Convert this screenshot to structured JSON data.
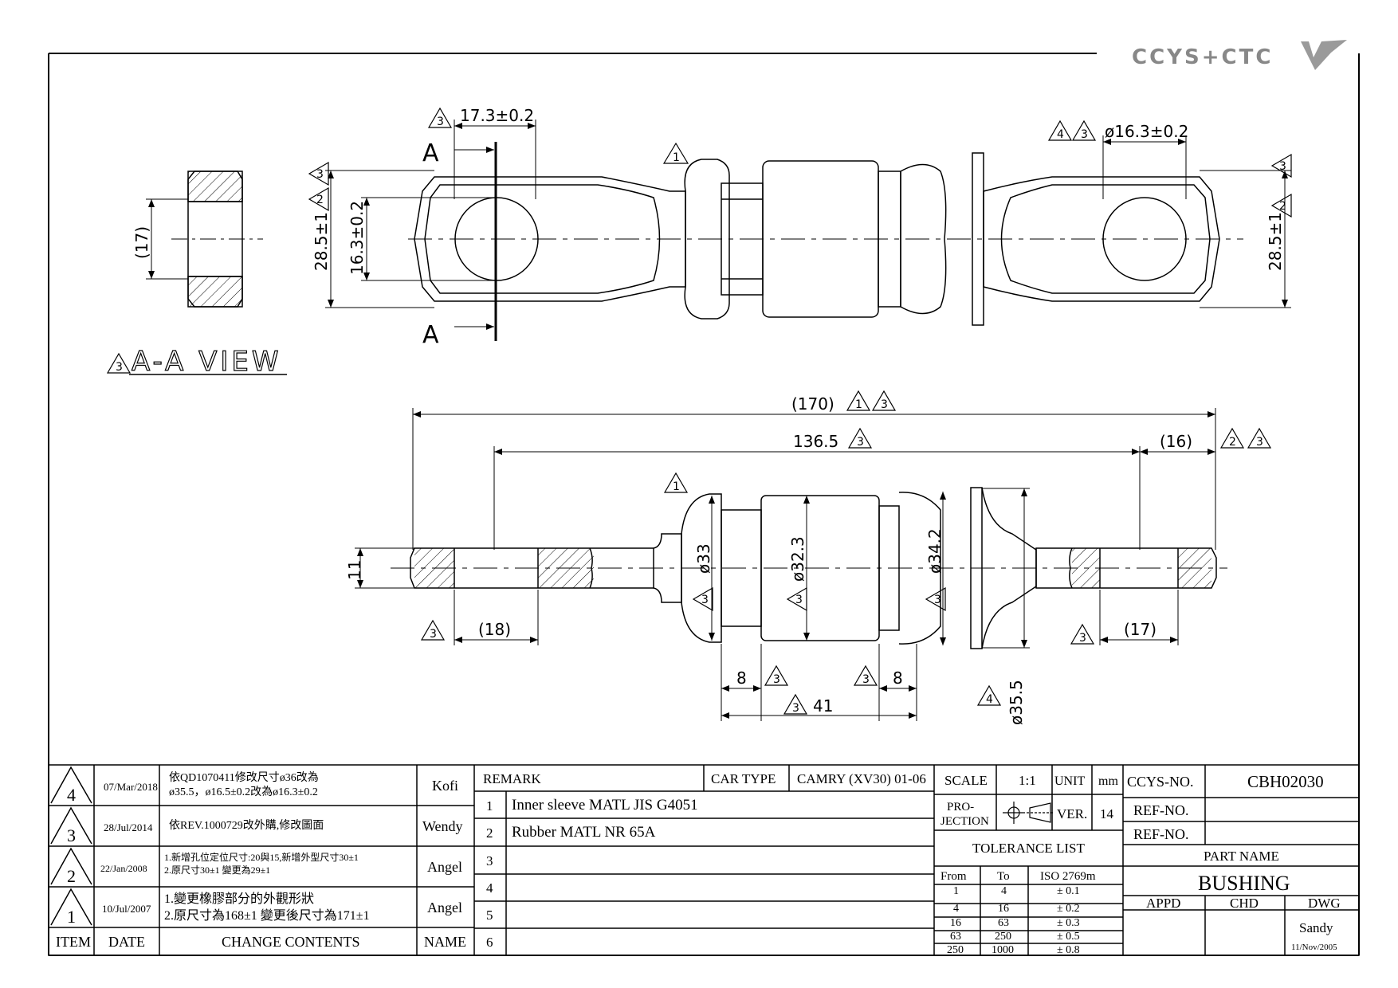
{
  "logo": {
    "text": "CCYS+CTC"
  },
  "top_view": {
    "dim_hole_offset": "17.3±0.2",
    "dim_hole_dia": "ø16.3±0.2",
    "dim_eye_width_left": "28.5±1",
    "dim_hole_vert": "16.3±0.2",
    "dim_eye_width_right": "28.5±1",
    "section_letter": "A",
    "marker_rev4": "4",
    "marker_rev3": "3",
    "marker_rev2": "2",
    "marker_rev1": "1"
  },
  "section_view": {
    "title": "A-A VIEW",
    "dim_height": "(17)"
  },
  "side_view": {
    "dim_total": "(170)",
    "dim_span": "136.5",
    "dim_right_end": "(16)",
    "dim_thickness": "11",
    "dim_left_hole": "(18)",
    "dim_right_hole": "(17)",
    "dim_dia_33": "ø33",
    "dim_dia_32_3": "ø32.3",
    "dim_dia_34_2": "ø34.2",
    "dim_dia_35_5": "ø35.5",
    "dim_8_left": "8",
    "dim_8_right": "8",
    "dim_41": "41"
  },
  "revisions": [
    {
      "item": "4",
      "date": "07/Mar/2018",
      "line1": "依QD1070411修改尺寸ø36改為",
      "line2": "ø35.5，ø16.5±0.2改為ø16.3±0.2",
      "name": "Kofi"
    },
    {
      "item": "3",
      "date": "28/Jul/2014",
      "line1": "依REV.1000729改外購,修改圖面",
      "line2": "",
      "name": "Wendy"
    },
    {
      "item": "2",
      "date": "22/Jan/2008",
      "line1": "1.新增孔位定位尺寸:20與15,新增外型尺寸30±1",
      "line2": "2.原尺寸30±1 變更為29±1",
      "name": "Angel"
    },
    {
      "item": "1",
      "date": "10/Jul/2007",
      "line1": "1.變更橡膠部分的外觀形狀",
      "line2": "2.原尺寸為168±1 變更後尺寸為171±1",
      "name": "Angel"
    }
  ],
  "rev_headers": {
    "item": "ITEM",
    "date": "DATE",
    "contents": "CHANGE CONTENTS",
    "name": "NAME"
  },
  "remarks": {
    "header": "REMARK",
    "car_type_label": "CAR TYPE",
    "car_type": "CAMRY (XV30) 01-06",
    "rows": [
      {
        "num": "1",
        "text": "Inner sleeve MATL JIS G4051"
      },
      {
        "num": "2",
        "text": "Rubber MATL NR 65A"
      },
      {
        "num": "3",
        "text": ""
      },
      {
        "num": "4",
        "text": ""
      },
      {
        "num": "5",
        "text": ""
      },
      {
        "num": "6",
        "text": ""
      }
    ]
  },
  "spec": {
    "scale_label": "SCALE",
    "scale": "1:1",
    "unit_label": "UNIT",
    "unit": "mm",
    "projection_label_1": "PRO-",
    "projection_label_2": "JECTION",
    "ver_label": "VER.",
    "ver": "14"
  },
  "tolerance": {
    "title": "TOLERANCE LIST",
    "headers": [
      "From",
      "To",
      "ISO 2769m"
    ],
    "rows": [
      [
        "1",
        "4",
        "± 0.1"
      ],
      [
        "4",
        "16",
        "± 0.2"
      ],
      [
        "16",
        "63",
        "± 0.3"
      ],
      [
        "63",
        "250",
        "± 0.5"
      ],
      [
        "250",
        "1000",
        "± 0.8"
      ]
    ]
  },
  "title_block": {
    "ccys_label": "CCYS-NO.",
    "ccys_no": "CBH02030",
    "ref_label_1": "REF-NO.",
    "ref_label_2": "REF-NO.",
    "part_name_label": "PART NAME",
    "part_name": "BUSHING",
    "appd": "APPD",
    "chd": "CHD",
    "dwg": "DWG",
    "drawer": "Sandy",
    "date": "11/Nov/2005"
  }
}
